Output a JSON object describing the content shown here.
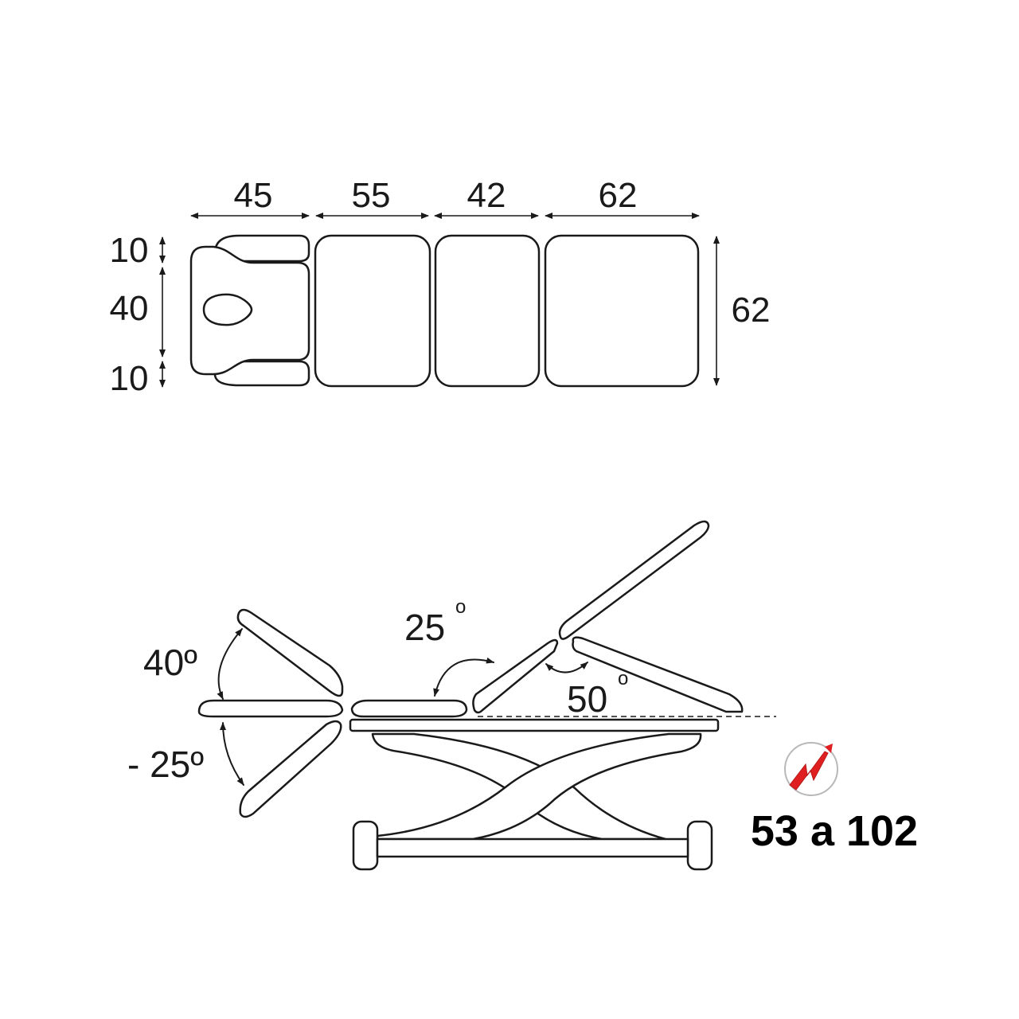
{
  "top_view": {
    "widths": [
      "45",
      "55",
      "42",
      "62"
    ],
    "left_heights": [
      "10",
      "40",
      "10"
    ],
    "right_height": "62"
  },
  "side_view": {
    "head_up_angle": "40º",
    "head_down_angle": "- 25º",
    "back_angle_value": "25",
    "back_angle_degree": "o",
    "leg_angle_value": "50",
    "leg_angle_degree": "o"
  },
  "height_range": "53 a 102",
  "colors": {
    "line": "#1a1a1a",
    "icon_accent": "#e02020",
    "icon_ring": "#b8b8b8"
  },
  "icons": [
    "height-adjust-icon",
    "dimension-arrow-icon",
    "angle-arc-icon"
  ]
}
